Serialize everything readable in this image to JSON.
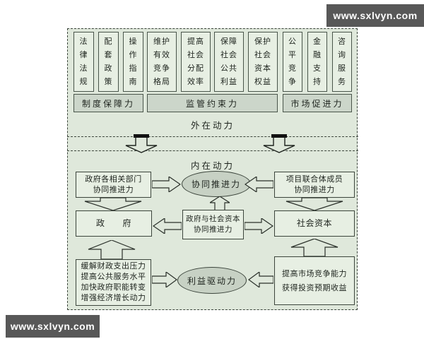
{
  "watermark": {
    "text": "www.sxlvyn.com"
  },
  "external": {
    "section_label": "外在动力",
    "groups": [
      {
        "label": "制度保障力",
        "boxes": [
          "法\n律\n法\n规",
          "配\n套\n政\n策",
          "操\n作\n指\n南"
        ]
      },
      {
        "label": "监管约束力",
        "boxes": [
          "维护\n有效\n竞争\n格局",
          "提高\n社会\n分配\n效率",
          "保障\n社会\n公共\n利益",
          "保护\n社会\n资本\n权益"
        ]
      },
      {
        "label": "市场促进力",
        "boxes": [
          "公\n平\n竞\n争",
          "金\n融\n支\n持",
          "咨\n询\n服\n务"
        ]
      }
    ]
  },
  "internal": {
    "section_label": "内在动力",
    "row1": {
      "left": "政府各相关部门\n协同推进力",
      "center": "协同推进力",
      "right": "项目联合体成员\n协同推进力"
    },
    "row2": {
      "left": "政　　府",
      "center": "政府与社会资本\n协同推进力",
      "right": "社会资本"
    },
    "row3": {
      "left": "缓解财政支出压力\n提高公共服务水平\n加快政府职能转变\n增强经济增长动力",
      "center": "利益驱动力",
      "right": "提高市场竞争能力\n获得投资预期收益"
    }
  },
  "colors": {
    "panel_bg": "#dfe8db",
    "box_bg": "#e7efe3",
    "label_bar_bg": "#ccd6ca",
    "ellipse_bg": "#c7d1c4",
    "border": "#3c453c",
    "watermark_bg": "#585858"
  }
}
